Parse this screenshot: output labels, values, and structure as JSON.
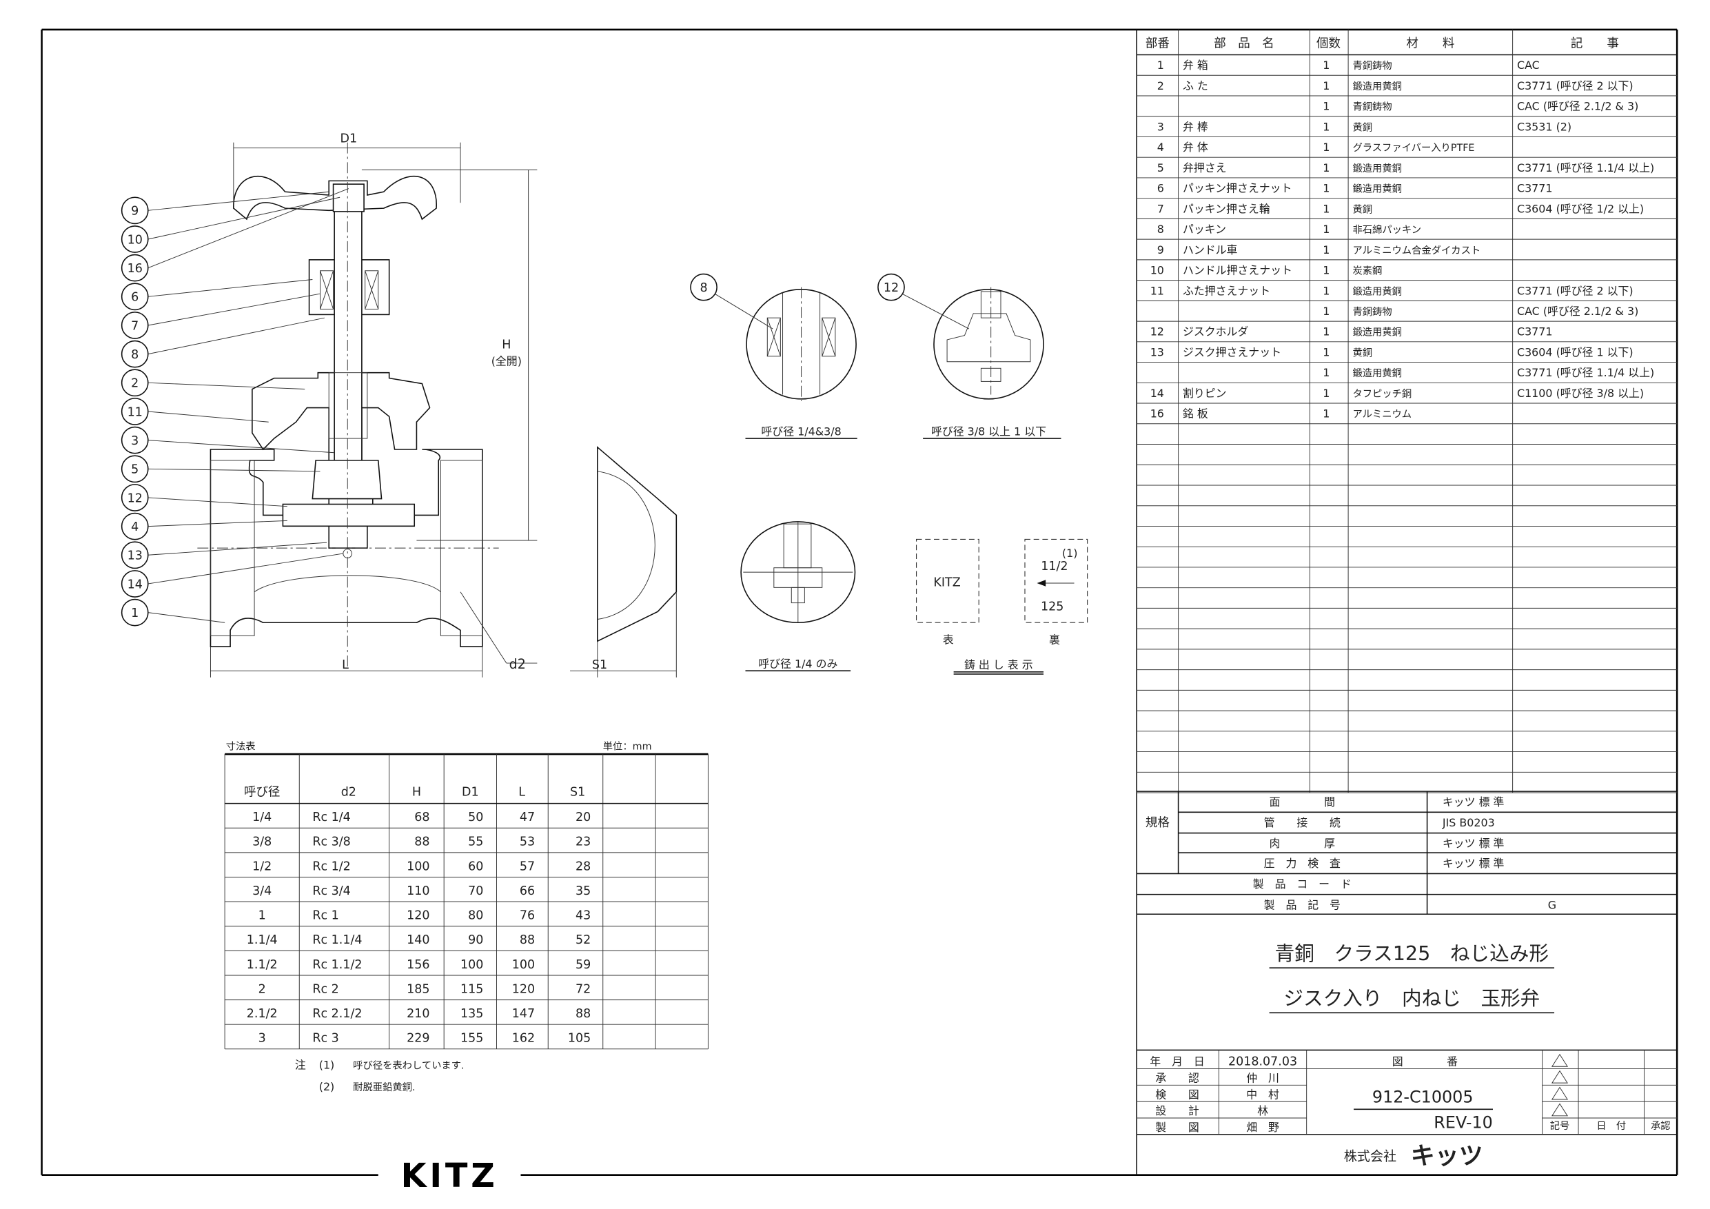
{
  "parts_table": {
    "headers": [
      "部番",
      "部　品　名",
      "個数",
      "材　　料",
      "記　　事"
    ],
    "rows": [
      {
        "no": "1",
        "name": "弁 箱",
        "qty": "1",
        "material": "青銅鋳物",
        "note": "CAC"
      },
      {
        "no": "2",
        "name": "ふ た",
        "qty": "1",
        "material": "鍛造用黄銅",
        "note": "C3771 (呼び径 2 以下)"
      },
      {
        "no": "",
        "name": "",
        "qty": "1",
        "material": "青銅鋳物",
        "note": "CAC (呼び径 2.1/2 & 3)"
      },
      {
        "no": "3",
        "name": "弁 棒",
        "qty": "1",
        "material": "黄銅",
        "note": "C3531 (2)"
      },
      {
        "no": "4",
        "name": "弁 体",
        "qty": "1",
        "material": "グラスファイバー入りPTFE",
        "note": ""
      },
      {
        "no": "5",
        "name": "弁押さえ",
        "qty": "1",
        "material": "鍛造用黄銅",
        "note": "C3771 (呼び径 1.1/4 以上)"
      },
      {
        "no": "6",
        "name": "パッキン押さえナット",
        "qty": "1",
        "material": "鍛造用黄銅",
        "note": "C3771"
      },
      {
        "no": "7",
        "name": "パッキン押さえ輪",
        "qty": "1",
        "material": "黄銅",
        "note": "C3604 (呼び径 1/2 以上)"
      },
      {
        "no": "8",
        "name": "パッキン",
        "qty": "1",
        "material": "非石綿パッキン",
        "note": ""
      },
      {
        "no": "9",
        "name": "ハンドル車",
        "qty": "1",
        "material": "アルミニウム合金ダイカスト",
        "note": ""
      },
      {
        "no": "10",
        "name": "ハンドル押さえナット",
        "qty": "1",
        "material": "炭素鋼",
        "note": ""
      },
      {
        "no": "11",
        "name": "ふた押さえナット",
        "qty": "1",
        "material": "鍛造用黄銅",
        "note": "C3771 (呼び径 2 以下)"
      },
      {
        "no": "",
        "name": "",
        "qty": "1",
        "material": "青銅鋳物",
        "note": "CAC (呼び径 2.1/2 & 3)"
      },
      {
        "no": "12",
        "name": "ジスクホルダ",
        "qty": "1",
        "material": "鍛造用黄銅",
        "note": "C3771"
      },
      {
        "no": "13",
        "name": "ジスク押さえナット",
        "qty": "1",
        "material": "黄銅",
        "note": "C3604 (呼び径 1 以下)"
      },
      {
        "no": "",
        "name": "",
        "qty": "1",
        "material": "鍛造用黄銅",
        "note": "C3771 (呼び径 1.1/4 以上)"
      },
      {
        "no": "14",
        "name": "割りピン",
        "qty": "1",
        "material": "タフピッチ銅",
        "note": "C1100 (呼び径 3/8 以上)"
      },
      {
        "no": "16",
        "name": "銘 板",
        "qty": "1",
        "material": "アルミニウム",
        "note": ""
      }
    ]
  },
  "spec": {
    "group_label": "規格",
    "rows": [
      {
        "label": "面　　　　間",
        "value": "キッツ 標 準"
      },
      {
        "label": "管　　接　　続",
        "value": "JIS B0203"
      },
      {
        "label": "肉　　　　厚",
        "value": "キッツ 標 準"
      },
      {
        "label": "圧　力　検　査",
        "value": "キッツ 標 準"
      },
      {
        "label": "製　品　コ　ー　ド",
        "value": ""
      },
      {
        "label": "製　品　記　号",
        "value": "G"
      }
    ]
  },
  "title": {
    "line1": "青銅　クラス125　ねじ込み形",
    "line2": "ジスク入り　内ねじ　玉形弁"
  },
  "title_block": {
    "date_label": "年　月　日",
    "date": "2018.07.03",
    "drawing_no_label": "図　　　　番",
    "drawing_no": "912-C10005",
    "rev": "REV-10",
    "signatures": [
      {
        "role": "承　　認",
        "name": "仲　川"
      },
      {
        "role": "検　　図",
        "name": "中　村"
      },
      {
        "role": "設　　計",
        "name": "林"
      },
      {
        "role": "製　　図",
        "name": "畑　野"
      }
    ],
    "rev_headers": [
      "記号",
      "日　付",
      "承認"
    ],
    "company": "株式会社",
    "company_logo": "キッツ"
  },
  "dimension_table": {
    "title": "寸法表",
    "unit": "単位：mm",
    "headers": [
      "呼び径",
      "d2",
      "H",
      "D1",
      "L",
      "S1",
      "",
      ""
    ],
    "rows": [
      [
        "1/4",
        "Rc 1/4",
        "68",
        "50",
        "47",
        "20"
      ],
      [
        "3/8",
        "Rc 3/8",
        "88",
        "55",
        "53",
        "23"
      ],
      [
        "1/2",
        "Rc 1/2",
        "100",
        "60",
        "57",
        "28"
      ],
      [
        "3/4",
        "Rc 3/4",
        "110",
        "70",
        "66",
        "35"
      ],
      [
        "1",
        "Rc 1",
        "120",
        "80",
        "76",
        "43"
      ],
      [
        "1.1/4",
        "Rc 1.1/4",
        "140",
        "90",
        "88",
        "52"
      ],
      [
        "1.1/2",
        "Rc 1.1/2",
        "156",
        "100",
        "100",
        "59"
      ],
      [
        "2",
        "Rc 2",
        "185",
        "115",
        "120",
        "72"
      ],
      [
        "2.1/2",
        "Rc 2.1/2",
        "210",
        "135",
        "147",
        "88"
      ],
      [
        "3",
        "Rc 3",
        "229",
        "155",
        "162",
        "105"
      ]
    ],
    "notes": [
      {
        "mark": "注",
        "num": "(1)",
        "text": "呼び径を表わしています."
      },
      {
        "mark": "",
        "num": "(2)",
        "text": "耐脱亜鉛黄銅."
      }
    ]
  },
  "drawing": {
    "balloons": [
      "9",
      "10",
      "16",
      "6",
      "7",
      "8",
      "2",
      "11",
      "3",
      "5",
      "12",
      "4",
      "13",
      "14",
      "1"
    ],
    "dim_labels": {
      "D1": "D1",
      "H": "H",
      "H_note": "(全開)",
      "L": "L",
      "d2": "d2",
      "S1": "S1"
    },
    "details": [
      {
        "balloon": "8",
        "caption": "呼び径 1/4&3/8"
      },
      {
        "balloon": "12",
        "caption": "呼び径 3/8 以上 1 以下"
      },
      {
        "balloon": "",
        "caption": "呼び径 1/4 のみ"
      }
    ],
    "cast_marks": {
      "front_text": "KITZ",
      "back_note": "(1)",
      "back_size": "11/2",
      "back_class": "125",
      "front_label": "表",
      "back_label": "裏",
      "caption": "鋳 出 し 表 示"
    }
  },
  "logo": "KITZ"
}
